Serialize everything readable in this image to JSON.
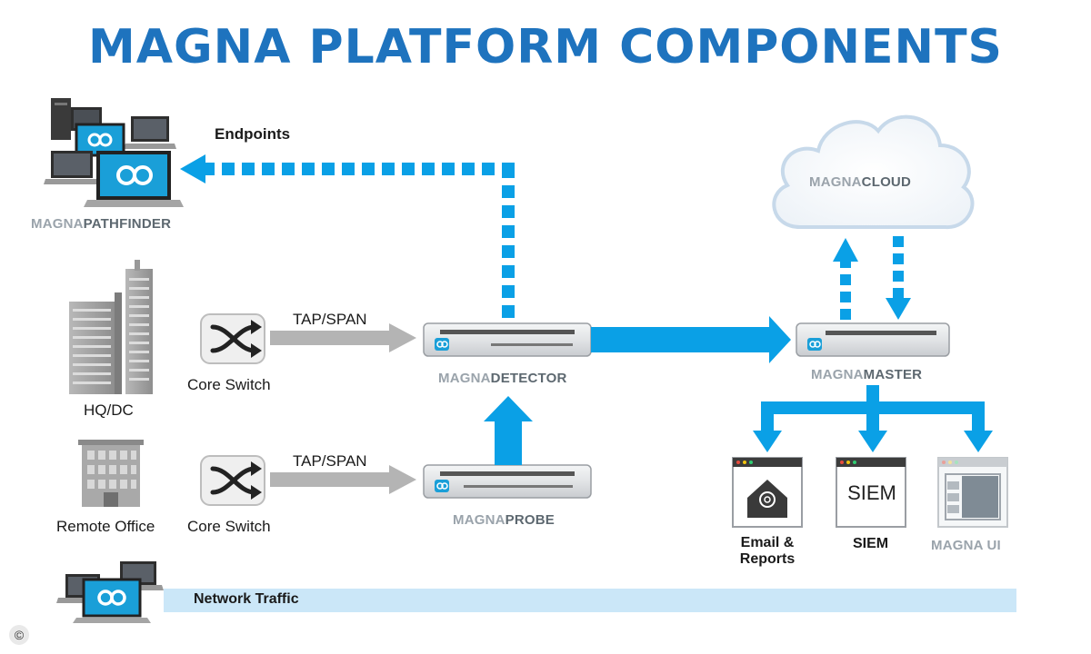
{
  "title": "MAGNA PLATFORM COMPONENTS",
  "labels": {
    "endpoints": "Endpoints",
    "tap_span_1": "TAP/SPAN",
    "tap_span_2": "TAP/SPAN",
    "core_switch_1": "Core Switch",
    "core_switch_2": "Core Switch",
    "hq_dc": "HQ/DC",
    "remote_office": "Remote Office",
    "email_reports_line1": "Email &",
    "email_reports_line2": "Reports",
    "siem_label": "SIEM",
    "siem_screen": "SIEM",
    "network_traffic": "Network Traffic",
    "copyright": "©"
  },
  "products": {
    "pathfinder": {
      "prefix": "MAGNA",
      "suffix": "PATHFINDER"
    },
    "detector": {
      "prefix": "MAGNA",
      "suffix": "DETECTOR"
    },
    "probe": {
      "prefix": "MAGNA",
      "suffix": "PROBE"
    },
    "master": {
      "prefix": "MAGNA",
      "suffix": "MASTER"
    },
    "cloud": {
      "prefix": "MAGNA",
      "suffix": "CLOUD"
    },
    "ui": {
      "prefix": "MAGNA",
      "suffix": " UI"
    }
  },
  "colors": {
    "title": "#1e73be",
    "arrow_blue": "#0aa0e6",
    "arrow_gray": "#b4b4b4",
    "device_teal": "#1a9fd8",
    "traffic_bar": "#cbe7f8"
  },
  "icons": [
    "laptop-icon",
    "desktop-tower-icon",
    "building-icon",
    "office-building-icon",
    "network-switch-icon",
    "appliance-icon",
    "cloud-icon",
    "email-icon",
    "siem-monitor-icon",
    "ui-window-icon"
  ]
}
